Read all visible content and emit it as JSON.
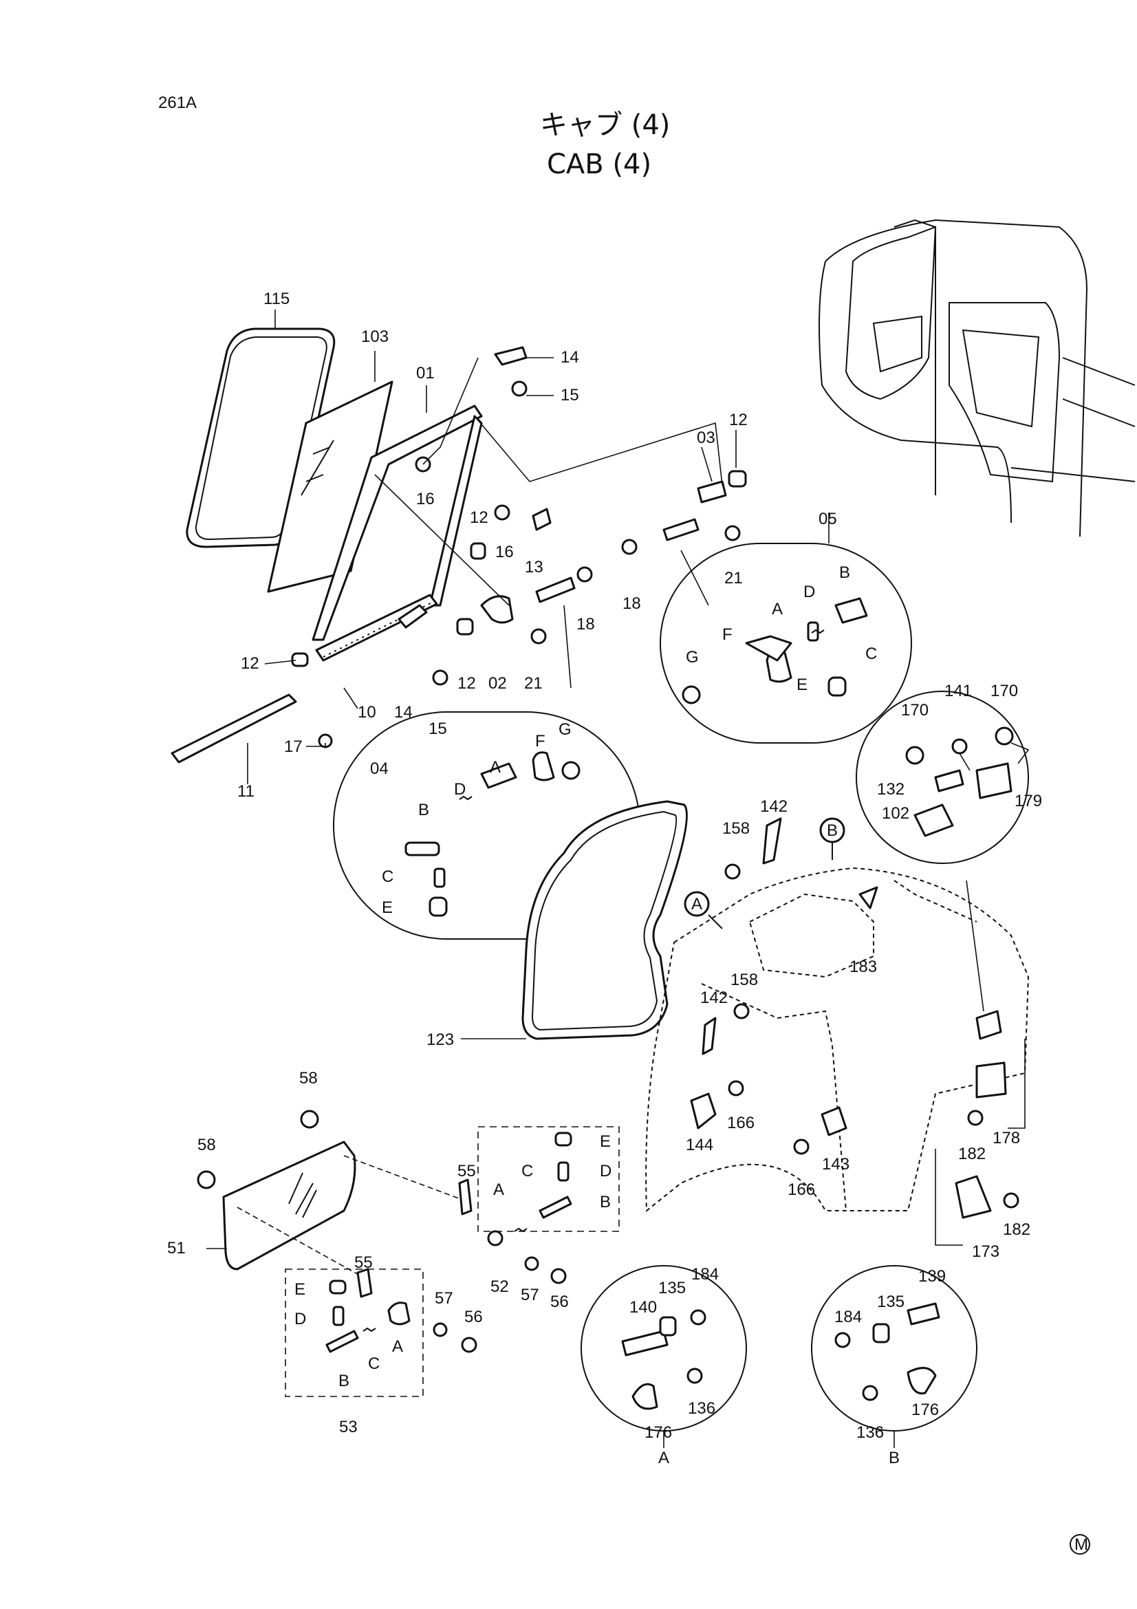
{
  "page_code": "261A",
  "title_jp": "キャブ (4)",
  "title_en": "CAB (4)",
  "corner_mark": "M",
  "callouts": [
    {
      "id": "c115",
      "text": "115"
    },
    {
      "id": "c103",
      "text": "103"
    },
    {
      "id": "c01",
      "text": "01"
    },
    {
      "id": "c14a",
      "text": "14"
    },
    {
      "id": "c15a",
      "text": "15"
    },
    {
      "id": "c03",
      "text": "03"
    },
    {
      "id": "c12a",
      "text": "12"
    },
    {
      "id": "c16a",
      "text": "16"
    },
    {
      "id": "c12b",
      "text": "12"
    },
    {
      "id": "c16b",
      "text": "16"
    },
    {
      "id": "c13",
      "text": "13"
    },
    {
      "id": "c21a",
      "text": "21"
    },
    {
      "id": "c18a",
      "text": "18"
    },
    {
      "id": "c05",
      "text": "05"
    },
    {
      "id": "c18b",
      "text": "18"
    },
    {
      "id": "c12c",
      "text": "12"
    },
    {
      "id": "c12d",
      "text": "12"
    },
    {
      "id": "c02",
      "text": "02"
    },
    {
      "id": "c21b",
      "text": "21"
    },
    {
      "id": "c10",
      "text": "10"
    },
    {
      "id": "c14b",
      "text": "14"
    },
    {
      "id": "c15b",
      "text": "15"
    },
    {
      "id": "c17",
      "text": "17"
    },
    {
      "id": "c11",
      "text": "11"
    },
    {
      "id": "c04",
      "text": "04"
    },
    {
      "id": "c123",
      "text": "123"
    },
    {
      "id": "c158a",
      "text": "158"
    },
    {
      "id": "c142a",
      "text": "142"
    },
    {
      "id": "c183",
      "text": "183"
    },
    {
      "id": "c158b",
      "text": "158"
    },
    {
      "id": "c142b",
      "text": "142"
    },
    {
      "id": "c166a",
      "text": "166"
    },
    {
      "id": "c144",
      "text": "144"
    },
    {
      "id": "c143",
      "text": "143"
    },
    {
      "id": "c166b",
      "text": "166"
    },
    {
      "id": "c182a",
      "text": "182"
    },
    {
      "id": "c178",
      "text": "178"
    },
    {
      "id": "c182b",
      "text": "182"
    },
    {
      "id": "c173",
      "text": "173"
    },
    {
      "id": "c170a",
      "text": "170"
    },
    {
      "id": "c141",
      "text": "141"
    },
    {
      "id": "c170b",
      "text": "170"
    },
    {
      "id": "c132",
      "text": "132"
    },
    {
      "id": "c179",
      "text": "179"
    },
    {
      "id": "c102",
      "text": "102"
    },
    {
      "id": "c58a",
      "text": "58"
    },
    {
      "id": "c58b",
      "text": "58"
    },
    {
      "id": "c51",
      "text": "51"
    },
    {
      "id": "c55a",
      "text": "55"
    },
    {
      "id": "c55b",
      "text": "55"
    },
    {
      "id": "c52",
      "text": "52"
    },
    {
      "id": "c57a",
      "text": "57"
    },
    {
      "id": "c56a",
      "text": "56"
    },
    {
      "id": "c57b",
      "text": "57"
    },
    {
      "id": "c56b",
      "text": "56"
    },
    {
      "id": "c53",
      "text": "53"
    },
    {
      "id": "c140",
      "text": "140"
    },
    {
      "id": "c135a",
      "text": "135"
    },
    {
      "id": "c184a",
      "text": "184"
    },
    {
      "id": "c136a",
      "text": "136"
    },
    {
      "id": "c176a",
      "text": "176"
    },
    {
      "id": "c139",
      "text": "139"
    },
    {
      "id": "c135b",
      "text": "135"
    },
    {
      "id": "c184b",
      "text": "184"
    },
    {
      "id": "c136b",
      "text": "136"
    },
    {
      "id": "c176b",
      "text": "176"
    }
  ],
  "letters": [
    {
      "id": "l05B",
      "text": "B"
    },
    {
      "id": "l05D",
      "text": "D"
    },
    {
      "id": "l05A",
      "text": "A"
    },
    {
      "id": "l05F",
      "text": "F"
    },
    {
      "id": "l05G",
      "text": "G"
    },
    {
      "id": "l05C",
      "text": "C"
    },
    {
      "id": "l05E",
      "text": "E"
    },
    {
      "id": "l04A",
      "text": "A"
    },
    {
      "id": "l04D",
      "text": "D"
    },
    {
      "id": "l04F",
      "text": "F"
    },
    {
      "id": "l04G",
      "text": "G"
    },
    {
      "id": "l04B",
      "text": "B"
    },
    {
      "id": "l04C",
      "text": "C"
    },
    {
      "id": "l04E",
      "text": "E"
    },
    {
      "id": "l52E",
      "text": "E"
    },
    {
      "id": "l52D",
      "text": "D"
    },
    {
      "id": "l52C",
      "text": "C"
    },
    {
      "id": "l52A",
      "text": "A"
    },
    {
      "id": "l52B",
      "text": "B"
    },
    {
      "id": "l53E",
      "text": "E"
    },
    {
      "id": "l53D",
      "text": "D"
    },
    {
      "id": "l53C",
      "text": "C"
    },
    {
      "id": "l53A",
      "text": "A"
    },
    {
      "id": "l53B",
      "text": "B"
    },
    {
      "id": "markA",
      "text": "A"
    },
    {
      "id": "markB",
      "text": "B"
    },
    {
      "id": "detA",
      "text": "A"
    },
    {
      "id": "detB",
      "text": "B"
    }
  ]
}
